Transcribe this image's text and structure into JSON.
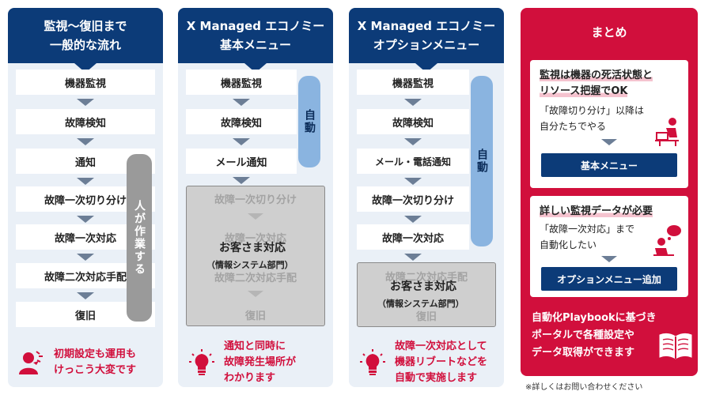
{
  "col1": {
    "title_line1": "監視〜復旧まで",
    "title_line2": "一般的な流れ",
    "steps": [
      "機器監視",
      "故障検知",
      "通知",
      "故障一次切り分け",
      "故障一次対応",
      "故障二次対応手配",
      "復旧"
    ],
    "pill": "人が作業する",
    "note_line1": "初期設定も運用も",
    "note_line2": "けっこう大変です",
    "note_icon": "stressed-person-icon"
  },
  "col2": {
    "title_line1": "X Managed エコノミー",
    "title_line2": "基本メニュー",
    "steps": [
      "機器監視",
      "故障検知",
      "メール通知"
    ],
    "pill": "自動",
    "ghost_steps": [
      "故障一次切り分け",
      "故障一次対応",
      "故障二次対応手配",
      "復旧"
    ],
    "overlay_main": "お客さま対応",
    "overlay_sub": "（情報システム部門）",
    "note_line1": "通知と同時に",
    "note_line2": "故障発生場所が",
    "note_line3": "わかります",
    "note_icon": "lightbulb-icon"
  },
  "col3": {
    "title_line1": "X Managed エコノミー",
    "title_line2": "オプションメニュー",
    "steps": [
      "機器監視",
      "故障検知",
      "メール・電話通知",
      "故障一次切り分け",
      "故障一次対応"
    ],
    "pill": "自動",
    "ghost_steps": [
      "故障二次対応手配",
      "復旧"
    ],
    "overlay_main": "お客さま対応",
    "overlay_sub": "（情報システム部門）",
    "note_line1": "故障一次対応として",
    "note_line2": "機器リブートなどを",
    "note_line3": "自動で実施します",
    "note_icon": "lightbulb-icon"
  },
  "summary": {
    "title": "まとめ",
    "card1": {
      "title_line1": "監視は機器の死活状態と",
      "title_line2": "リソース把握でOK",
      "sub_line1": "「故障切り分け」以降は",
      "sub_line2": "自分たちでやる",
      "button": "基本メニュー",
      "icon": "person-at-desk-icon"
    },
    "card2": {
      "title_line1": "詳しい監視データが必要",
      "sub_line1": "「故障一次対応」まで",
      "sub_line2": "自動化したい",
      "button": "オプションメニュー追加",
      "icon": "person-thinking-icon"
    },
    "foot_line1": "自動化Playbookに基づき",
    "foot_line2": "ポータルで各種設定や",
    "foot_line3": "データ取得ができます",
    "foot_icon": "open-book-icon"
  },
  "footnote": "※詳しくはお問い合わせください",
  "colors": {
    "navy": "#0c3b78",
    "red": "#d10f3c",
    "light_bg": "#eaf0f7",
    "pill_blue": "#8ab4e0",
    "pill_gray": "#9a9a9a"
  }
}
